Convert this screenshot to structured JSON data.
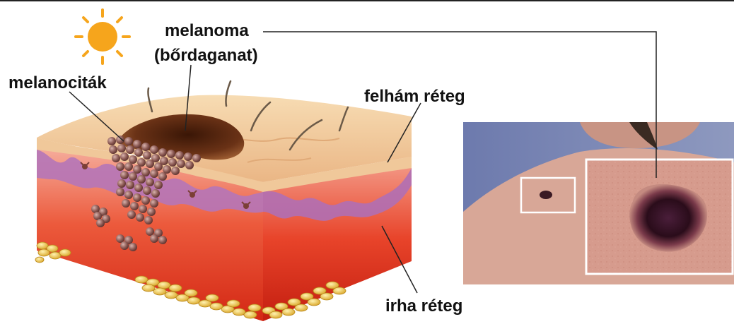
{
  "labels": {
    "melanoma": "melanoma",
    "melanoma_sub": "(bőrdaganat)",
    "melanocytes": "melanociták",
    "epidermis": "felhám réteg",
    "dermis": "irha réteg"
  },
  "colors": {
    "sun": "#f6a51c",
    "epidermis": "#f1cf9e",
    "basal_layer": "#a45aa7",
    "dermis": "#e8412e",
    "fat": "#f0c94a",
    "melanoma": "#5a2a12",
    "cells": "#7b4a44",
    "photo_skin": "#d9a79a",
    "photo_bg": "#7a86b3"
  }
}
